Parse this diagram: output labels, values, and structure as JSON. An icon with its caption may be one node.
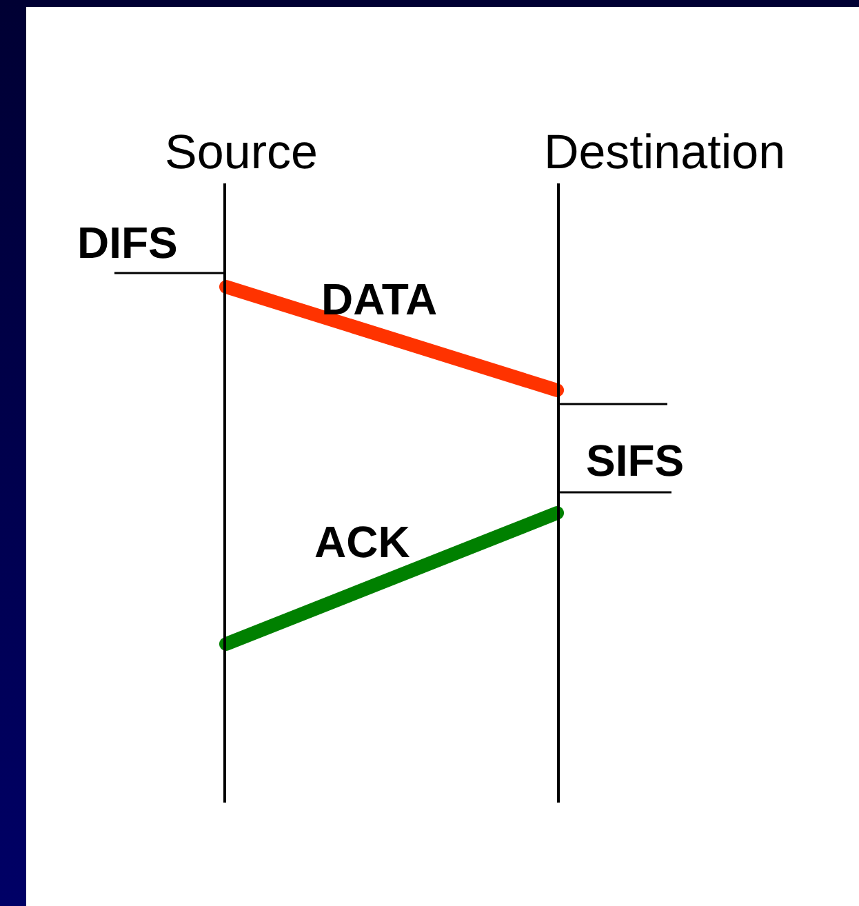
{
  "diagram": {
    "nodes": [
      {
        "text": [
          "Source"
        ]
      },
      {
        "text": [
          "Destination"
        ]
      }
    ],
    "edges": [
      {
        "from": 0,
        "to": 1,
        "arrow": "none",
        "label": "DATA",
        "color": "#ff3300"
      },
      {
        "from": 1,
        "to": 0,
        "arrow": "none",
        "label": "ACK",
        "color": "#008000"
      }
    ],
    "labels": [
      "DIFS",
      "SIFS"
    ]
  }
}
